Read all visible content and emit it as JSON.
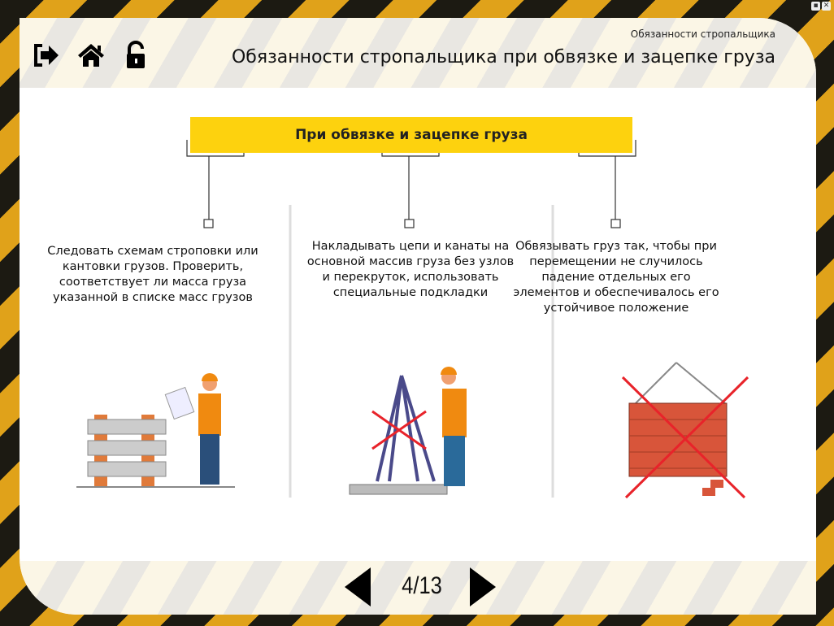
{
  "header": {
    "breadcrumb": "Обязанности стропальщика",
    "title": "Обязанности стропальщика при обвязке и зацепке груза"
  },
  "icons": [
    "exit-icon",
    "home-icon",
    "lock-icon"
  ],
  "banner": "При обвязке и зацепке груза",
  "columns": [
    {
      "text": "Следовать схемам строповки или кантовки грузов. Проверить, соответствует ли масса груза указанной в списке масс грузов"
    },
    {
      "text": "Накладывать цепи и канаты на основной массив груза без узлов и перекруток, использовать специальные подкладки"
    },
    {
      "text": "Обвязывать груз так, чтобы при перемещении не случилось падение отдельных его элементов и обеспечивалось его устойчивое положение"
    }
  ],
  "pager": {
    "current": "4/13"
  },
  "colors": {
    "accent": "#fdd20e",
    "cross": "#e8232a"
  }
}
